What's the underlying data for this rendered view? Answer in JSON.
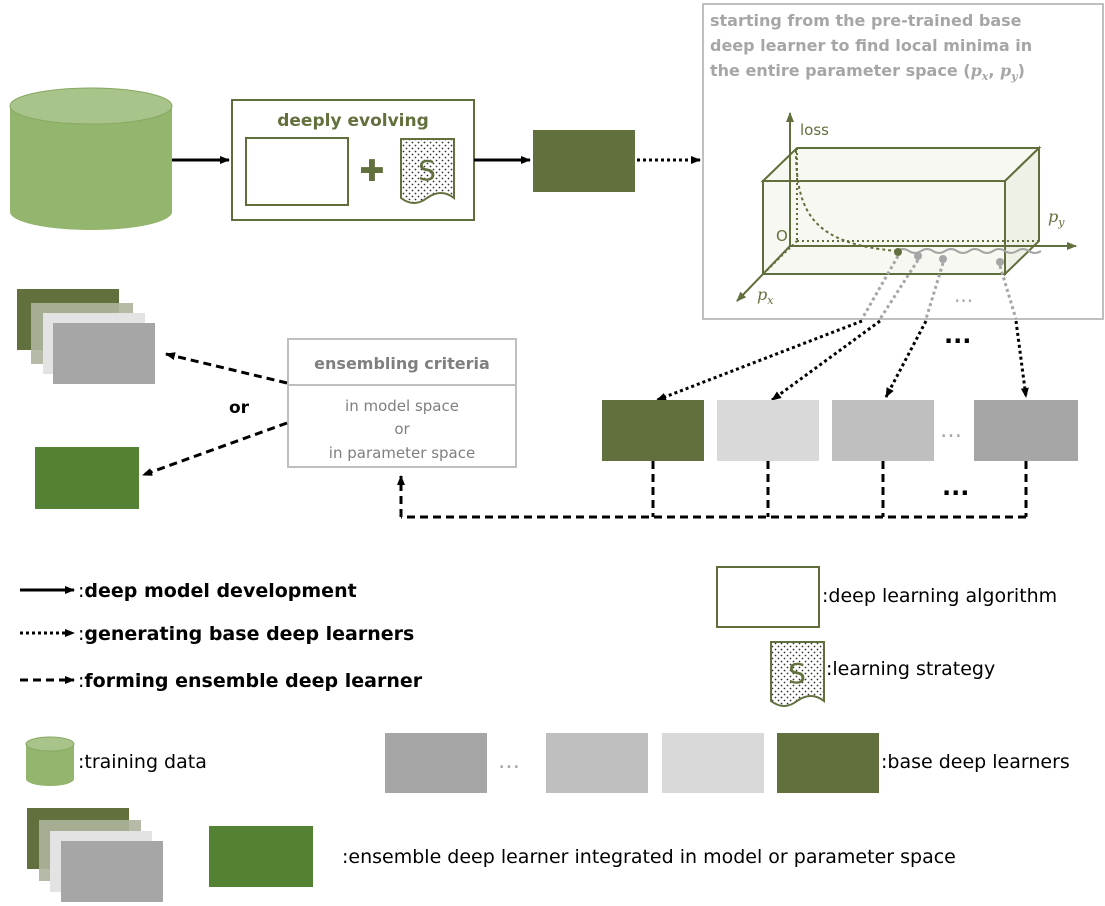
{
  "diagram": {
    "deeply_evolving_label": "deeply evolving",
    "strategy_letter": "S",
    "plus_sign": "✚",
    "parameter_space_note": {
      "line1": "starting from the pre-trained base",
      "line2": "deep learner to find local minima in",
      "line3": "the entire parameter space (",
      "px_var": "p",
      "px_sub": "x",
      "comma": ", ",
      "py_var": "p",
      "py_sub": "y",
      "close_paren": ")"
    },
    "axes": {
      "loss": "loss",
      "origin": "O",
      "px_var": "p",
      "px_sub": "x",
      "py_var": "p",
      "py_sub": "y"
    },
    "ellipsis": "…",
    "more_dots": "...",
    "or_label": "or",
    "ensembling_criteria": {
      "title": "ensembling criteria",
      "line1": "in model space",
      "line2": "or",
      "line3": "in parameter space"
    },
    "colors": {
      "olive_dark": "#62703d",
      "olive_border": "#5f6e3a",
      "green_ensemble": "#548235",
      "cylinder_fill": "#93b56d",
      "gray_light": "#d9d9d9",
      "gray_mid": "#bfbfbf",
      "gray_dark": "#a6a6a6",
      "note_gray": "#a6a6a6"
    }
  },
  "legend": {
    "solid_arrow_label": "deep model development",
    "dotted_arrow_label": "generating base deep learners",
    "dashed_arrow_label": "forming ensemble deep learner",
    "algorithm_label": ":deep learning algorithm",
    "strategy_label": ":learning strategy",
    "training_data_label": ":training data",
    "base_learners_label": ":base deep learners",
    "ensemble_label": ":ensemble deep learner integrated in model or parameter space",
    "colon": ":",
    "strategy_letter": "S"
  }
}
